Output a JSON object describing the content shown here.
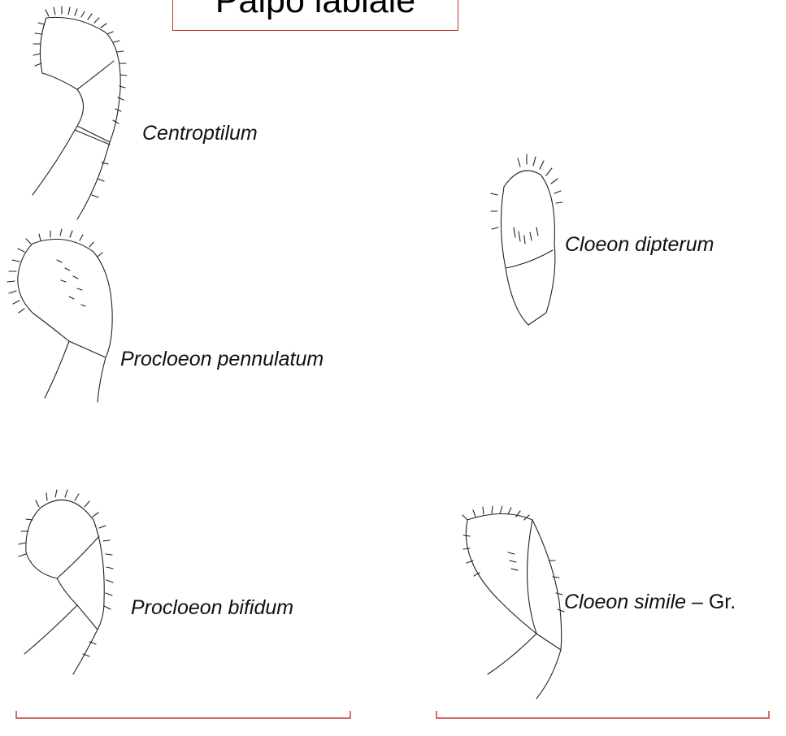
{
  "title": "Palpo labiale",
  "colors": {
    "accent": "#c0392b",
    "ink": "#222222"
  },
  "specimens": [
    {
      "name": "Centroptilum"
    },
    {
      "name": "Procloeon pennulatum"
    },
    {
      "name": "Cloeon dipterum"
    },
    {
      "name": "Procloeon bifidum"
    },
    {
      "name": "Cloeon simile",
      "suffix": " – Gr."
    }
  ]
}
